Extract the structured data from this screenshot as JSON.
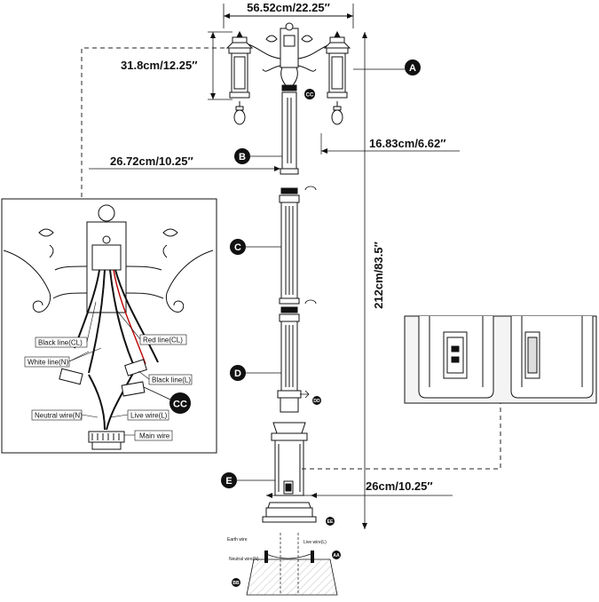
{
  "dimensions": {
    "top_width": "56.52cm/22.25″",
    "lantern_height": "31.8cm/12.25″",
    "lantern_offset": "16.83cm/6.62″",
    "arm_span": "26.72cm/10.25″",
    "total_height": "212cm/83.5″",
    "base_width": "26cm/10.25″"
  },
  "markers": {
    "A": "A",
    "B": "B",
    "C": "C",
    "D": "D",
    "E": "E",
    "CC": "CC",
    "DD": "DD",
    "EE": "EE",
    "AA": "AA",
    "BB": "BB"
  },
  "wiring_labels": {
    "black_cl": "Black line(CL)",
    "red_cl": "Red line(CL)",
    "white_n": "White line(N)",
    "black_l": "Black line(L)",
    "neutral_n": "Neutral wire(N)",
    "live_l": "Live wire(L)",
    "main_wire": "Main wire"
  },
  "base_labels": {
    "earth": "Earth wire",
    "live": "Live wire(L)",
    "neutral": "Neutral wire(N)"
  },
  "colors": {
    "line": "#111111",
    "dashed": "#222222",
    "panel": "#f4f4f4"
  }
}
